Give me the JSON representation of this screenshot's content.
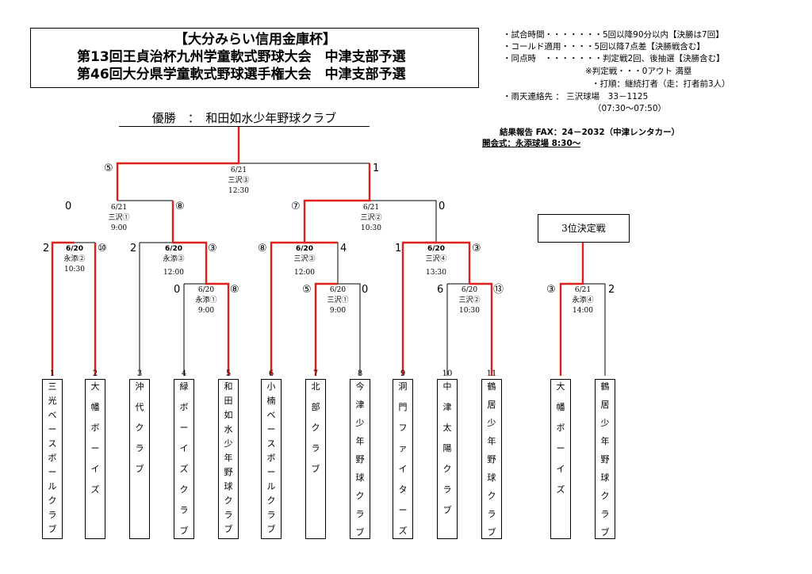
{
  "header": {
    "line1": "【大分みらい信用金庫杯】",
    "line2": "第13回王貞治杯九州学童軟式野球大会　中津支部予選",
    "line3": "第46回大分県学童軟式野球選手権大会　中津支部予選"
  },
  "notes": {
    "n1": "・試合時間・・・・・・・5回以降90分以内【決勝は7回】",
    "n2": "・コールド適用・・・・5回以降7点差【決勝戦含む】",
    "n3": "・同点時　・・・・・・・判定戦2回、後抽選【決勝含む】",
    "n4": "※判定戦・・・0アウト 満塁",
    "n5": "・打順：継続打者（走：打者前3人）",
    "n6": "・雨天連絡先 ： 三沢球場　33－1125",
    "n7": "（07:30～07:50）",
    "fax": "結果報告  FAX：24－2032（中津レンタカー）",
    "opening": "開会式：永添球場  8:30～"
  },
  "champion": "優勝　：　和田如水少年野球クラブ",
  "third_place_label": "3位決定戦",
  "teams": [
    {
      "num": "1",
      "name": "三光ベースボールクラブ"
    },
    {
      "num": "2",
      "name": "大幡ボーイズ"
    },
    {
      "num": "3",
      "name": "沖代クラブ"
    },
    {
      "num": "4",
      "name": "緑ボーイズクラブ"
    },
    {
      "num": "5",
      "name": "和田如水少年野球クラブ"
    },
    {
      "num": "6",
      "name": "小楠ベースボールクラブ"
    },
    {
      "num": "7",
      "name": "北部クラブ"
    },
    {
      "num": "8",
      "name": "今津少年野球クラブ"
    },
    {
      "num": "9",
      "name": "洞門ファイターズ"
    },
    {
      "num": "10",
      "name": "中津太陽クラブ"
    },
    {
      "num": "11",
      "name": "鶴居少年野球クラブ"
    }
  ],
  "third_teams": [
    {
      "name": "大幡ボーイズ"
    },
    {
      "name": "鶴居少年野球クラブ"
    }
  ],
  "matches": {
    "m1": {
      "date": "6/20",
      "venue": "永添②",
      "time": "10:30",
      "left": "2",
      "right": "⑩"
    },
    "m2": {
      "date": "6/20",
      "venue": "永添③",
      "time": "12:00",
      "left": "2",
      "right": "③"
    },
    "m3": {
      "date": "6/20",
      "venue": "永添①",
      "time": "9:00",
      "left": "0",
      "right": "⑧"
    },
    "m4": {
      "date": "6/20",
      "venue": "三沢③",
      "time": "12:00",
      "left": "⑧",
      "right": "4"
    },
    "m5": {
      "date": "6/20",
      "venue": "三沢①",
      "time": "9:00",
      "left": "⑤",
      "right": "0"
    },
    "m6": {
      "date": "6/20",
      "venue": "三沢④",
      "time": "13:30",
      "left": "1",
      "right": "③"
    },
    "m7": {
      "date": "6/20",
      "venue": "三沢②",
      "time": "10:30",
      "left": "6",
      "right": "⑬"
    },
    "m8": {
      "date": "6/21",
      "venue": "三沢①",
      "time": "9:00",
      "left": "0",
      "right": "⑧"
    },
    "m9": {
      "date": "6/21",
      "venue": "三沢②",
      "time": "10:30",
      "left": "⑦",
      "right": "0"
    },
    "final": {
      "date": "6/21",
      "venue": "三沢③",
      "time": "12:30",
      "left": "⑤",
      "right": "1"
    },
    "third": {
      "date": "6/21",
      "venue": "永添④",
      "time": "14:00",
      "left": "③",
      "right": "2"
    }
  },
  "colors": {
    "winner_path": "#e0201b",
    "line": "#000000"
  }
}
